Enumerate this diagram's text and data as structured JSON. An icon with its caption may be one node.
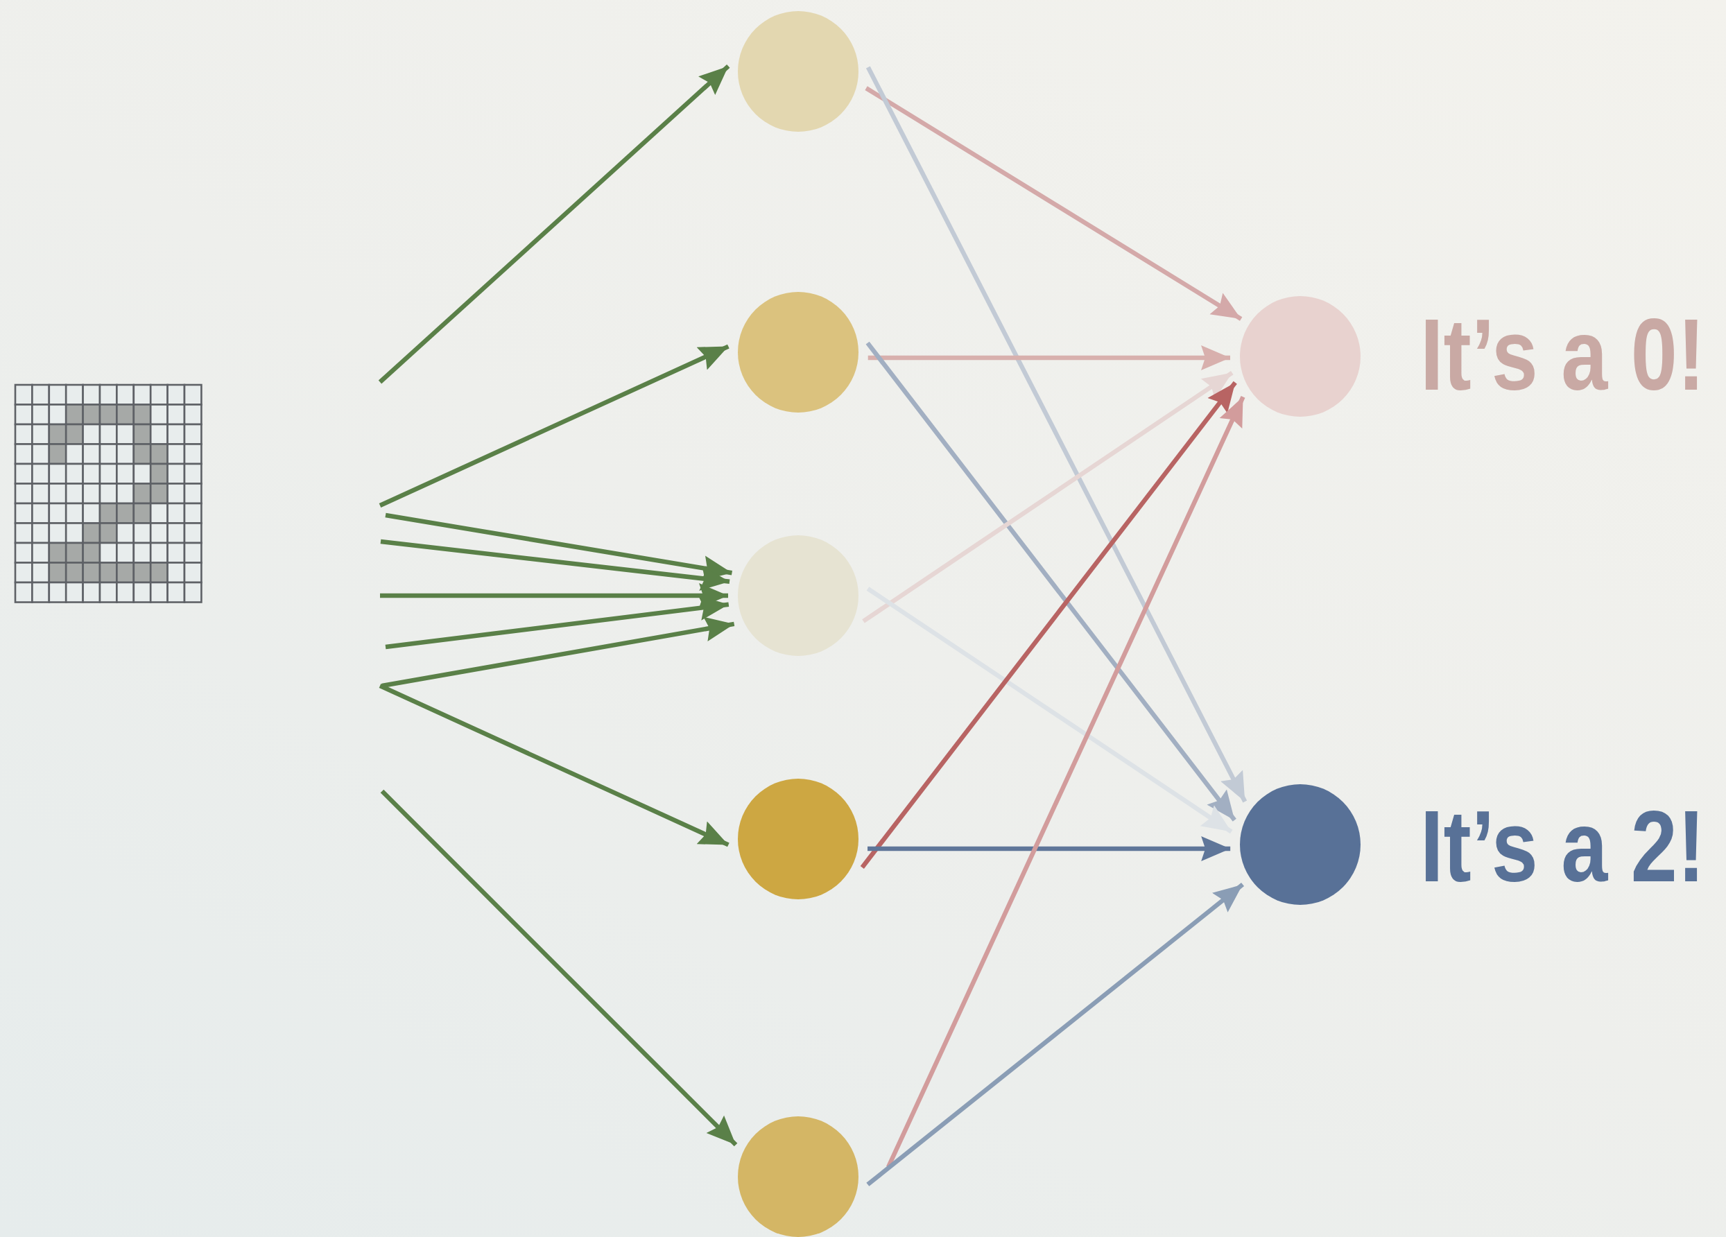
{
  "diagram": {
    "nodes": [
      {
        "text": [],
        "shape": "circle"
      },
      {
        "text": [],
        "shape": "circle"
      },
      {
        "text": [],
        "shape": "circle"
      },
      {
        "text": [],
        "shape": "circle"
      },
      {
        "text": [],
        "shape": "circle"
      },
      {
        "text": [],
        "shape": "circle",
        "beside": [
          "It’s a 0!"
        ]
      },
      {
        "text": [],
        "shape": "circle",
        "beside": [
          "It’s a 2!"
        ]
      }
    ],
    "edges": [
      {
        "from": null,
        "to": 0,
        "arrow": "to",
        "color": "#5a8048"
      },
      {
        "from": null,
        "to": 1,
        "arrow": "to",
        "color": "#5a8048"
      },
      {
        "from": null,
        "to": 2,
        "arrow": "to",
        "color": "#5a8048"
      },
      {
        "from": null,
        "to": 2,
        "arrow": "to",
        "color": "#5a8048"
      },
      {
        "from": null,
        "to": 2,
        "arrow": "to",
        "color": "#5a8048"
      },
      {
        "from": null,
        "to": 2,
        "arrow": "to",
        "color": "#5a8048"
      },
      {
        "from": null,
        "to": 2,
        "arrow": "to",
        "color": "#5a8048"
      },
      {
        "from": null,
        "to": 3,
        "arrow": "to",
        "color": "#5a8048"
      },
      {
        "from": null,
        "to": 4,
        "arrow": "to",
        "color": "#5a8048"
      },
      {
        "from": 0,
        "to": 5,
        "arrow": "to",
        "color": "#d4a9a9"
      },
      {
        "from": 0,
        "to": 6,
        "arrow": "to",
        "color": "#c2cad5"
      },
      {
        "from": 1,
        "to": 5,
        "arrow": "to",
        "color": "#d8b0ad"
      },
      {
        "from": 1,
        "to": 6,
        "arrow": "to",
        "color": "#a2afc2"
      },
      {
        "from": 2,
        "to": 5,
        "arrow": "to",
        "color": "#e6d6d4"
      },
      {
        "from": 2,
        "to": 6,
        "arrow": "to",
        "color": "#dde2e6"
      },
      {
        "from": 3,
        "to": 5,
        "arrow": "to",
        "color": "#b86463"
      },
      {
        "from": 3,
        "to": 6,
        "arrow": "to",
        "color": "#5f7699"
      },
      {
        "from": 4,
        "to": 5,
        "arrow": "to",
        "color": "#d29c9c"
      },
      {
        "from": 4,
        "to": 6,
        "arrow": "to",
        "color": "#8a9db5"
      }
    ]
  }
}
